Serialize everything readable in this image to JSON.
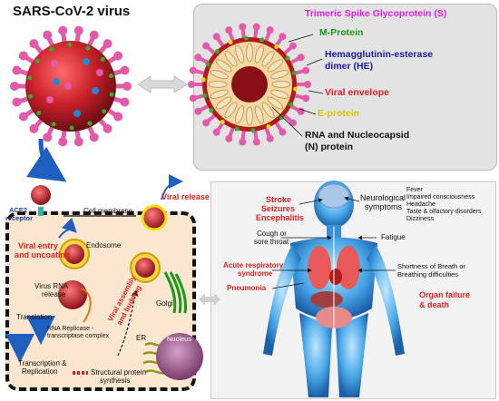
{
  "virus_title": "SARS-CoV-2 virus",
  "structure_labels": {
    "spike": "Trimeric Spike Glycoprotein (S)",
    "m_protein": "M-Protein",
    "he_line1": "Hemagglutinin-esterase",
    "he_line2": "dimer (HE)",
    "envelope": "Viral envelope",
    "e_protein": "E-protein",
    "rna_line1": "RNA and Nucleocapsid",
    "rna_line2": "(N) protein"
  },
  "cell_labels": {
    "ace2_line1": "ACE2",
    "ace2_line2": "receptor",
    "cell_membrane": "Cell membrane",
    "viral_release": "Viral release",
    "entry_line1": "Viral entry",
    "entry_line2": "and uncoating",
    "endosome": "Endosome",
    "rna_release_line1": "Virus RNA",
    "rna_release_line2": "release",
    "translation": "Translation",
    "replicase_line1": "RNA Replicase -",
    "replicase_line2": "transcriptase complex",
    "transcription_line1": "Transcription &",
    "transcription_line2": "Replication",
    "structural_line1": "Structural protein",
    "structural_line2": "synthesis",
    "assembly_line1": "Viral assembly",
    "assembly_line2": "and budding",
    "golgi": "Golgi",
    "er": "ER",
    "nucleus": "Nucleus"
  },
  "symptom_labels": {
    "neuro_line1": "Stroke",
    "neuro_line2": "Seizures",
    "neuro_line3": "Encephalitis",
    "neurological_line1": "Neurological",
    "neurological_line2": "symptoms",
    "neuro_list": [
      "Fever",
      "Impaired consciousness",
      "Headache",
      "Taste & olfactory disorders",
      "Dizziness"
    ],
    "cough_line1": "Cough or",
    "cough_line2": "sore throat",
    "fatigue": "Fatigue",
    "ards_line1": "Acute respiratory",
    "ards_line2": "syndrome",
    "pneumonia": "Pneumonia",
    "sob_line1": "Shortness of Breath or",
    "sob_line2": "Breathing difficulties",
    "organ_line1": "Organ failure",
    "organ_line2": "& death"
  },
  "colors": {
    "spike_label": "#e020e0",
    "m_protein": "#1a9a1a",
    "he_label": "#1a1aa0",
    "red_label": "#e02020",
    "e_protein": "#d8c800",
    "virus_red": "#c8202a",
    "virus_spike": "#e25aa8",
    "arrow_blue": "#1f5fbf"
  }
}
